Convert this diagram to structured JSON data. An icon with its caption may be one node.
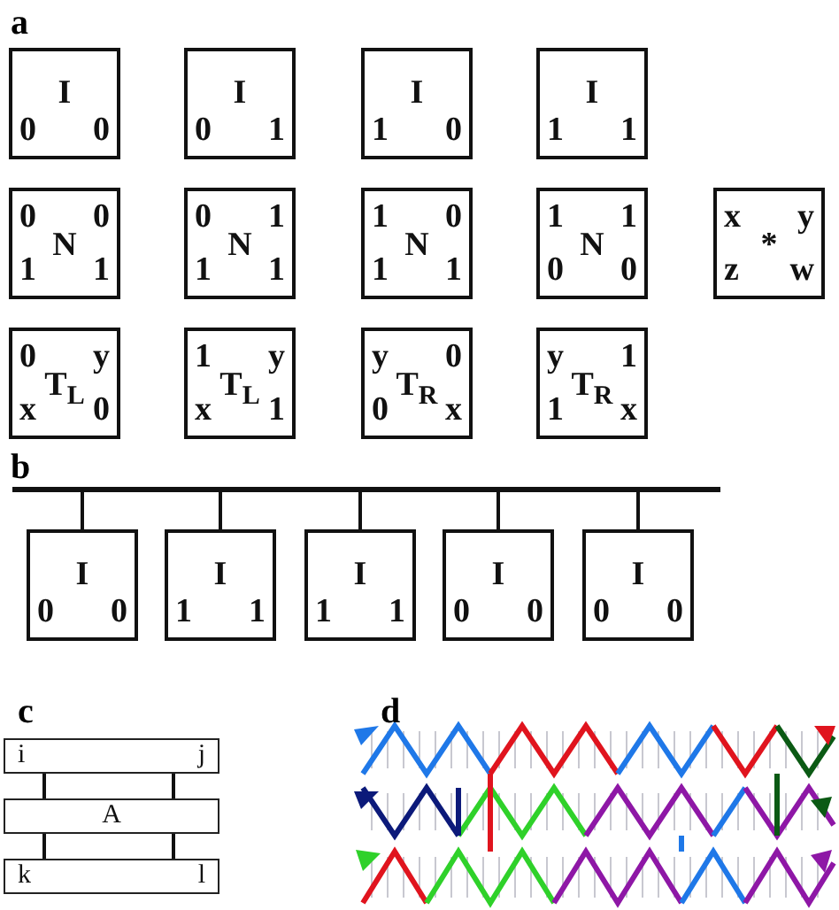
{
  "diagram": {
    "nodes": [
      {
        "text": [
          "I",
          "0",
          "0"
        ]
      },
      {
        "text": [
          "I",
          "0",
          "1"
        ]
      },
      {
        "text": [
          "I",
          "1",
          "0"
        ]
      },
      {
        "text": [
          "I",
          "1",
          "1"
        ]
      },
      {
        "text": [
          "0",
          "0",
          "N",
          "1",
          "1"
        ]
      },
      {
        "text": [
          "0",
          "1",
          "N",
          "1",
          "1"
        ]
      },
      {
        "text": [
          "1",
          "0",
          "N",
          "1",
          "1"
        ]
      },
      {
        "text": [
          "1",
          "1",
          "N",
          "0",
          "0"
        ]
      },
      {
        "text": [
          "x",
          "y",
          "*",
          "z",
          "w"
        ]
      },
      {
        "text": [
          "0",
          "y",
          "T$_{L}$",
          "x",
          "0"
        ]
      },
      {
        "text": [
          "1",
          "y",
          "T$_{L}$",
          "x",
          "1"
        ]
      },
      {
        "text": [
          "y",
          "0",
          "T$_{R}$",
          "0",
          "x"
        ]
      },
      {
        "text": [
          "y",
          "1",
          "T$_{R}$",
          "1",
          "x"
        ]
      },
      {
        "text": [],
        "shape": "bar"
      },
      {
        "text": [
          "I",
          "0",
          "0"
        ]
      },
      {
        "text": [
          "I",
          "1",
          "1"
        ]
      },
      {
        "text": [
          "I",
          "1",
          "1"
        ]
      },
      {
        "text": [
          "I",
          "0",
          "0"
        ]
      },
      {
        "text": [
          "I",
          "0",
          "0"
        ]
      },
      {
        "text": [
          "i",
          "j"
        ]
      },
      {
        "text": [
          "A"
        ]
      },
      {
        "text": [
          "k",
          "l"
        ]
      }
    ],
    "edges": [
      {
        "from": 13,
        "to": 14,
        "arrow": "none"
      },
      {
        "from": 13,
        "to": 15,
        "arrow": "none"
      },
      {
        "from": 13,
        "to": 16,
        "arrow": "none"
      },
      {
        "from": 13,
        "to": 17,
        "arrow": "none"
      },
      {
        "from": 13,
        "to": 18,
        "arrow": "none"
      },
      {
        "from": 19,
        "to": 20,
        "arrow": "none"
      },
      {
        "from": 19,
        "to": 20,
        "arrow": "none"
      },
      {
        "from": 20,
        "to": 21,
        "arrow": "none"
      },
      {
        "from": 20,
        "to": 21,
        "arrow": "none"
      }
    ],
    "labels": [
      "a",
      "b",
      "c",
      "d"
    ]
  }
}
